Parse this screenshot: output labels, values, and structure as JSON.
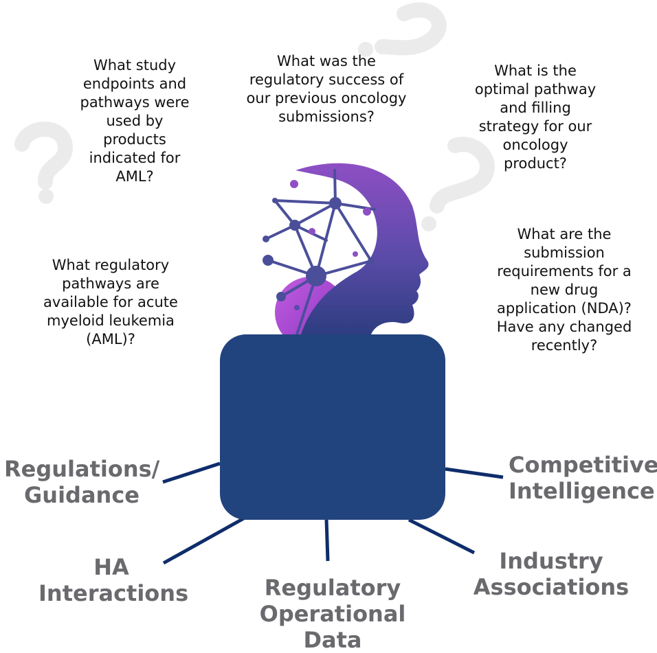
{
  "questions": {
    "endpoints": "What study endpoints and pathways were used by products indicated for AML?",
    "success": "What was the regulatory success of our previous oncology submissions?",
    "pathway": "What is the optimal pathway and filling strategy for our oncology product?",
    "aml_pathways": "What regulatory pathways are available for acute myeloid leukemia (AML)?",
    "nda": "What are the submission requirements for a new drug application (NDA)? Have any changed recently?"
  },
  "sources": {
    "regulations": "Regulations/ Guidance",
    "competitive": "Competitive Intelligence",
    "ha": "HA Interactions",
    "operational": "Regulatory Operational Data",
    "industry": "Industry Associations"
  },
  "colors": {
    "hub": "#22447e",
    "connector": "#0f2d6b",
    "source_text": "#6a6a6e",
    "head_top": "#8e4fc4",
    "head_bottom": "#2d3d80",
    "brain_circle": "#b54ad8",
    "deco_question": "#ebebeb"
  },
  "icons": [
    "question-mark-icon",
    "head-network-icon"
  ]
}
